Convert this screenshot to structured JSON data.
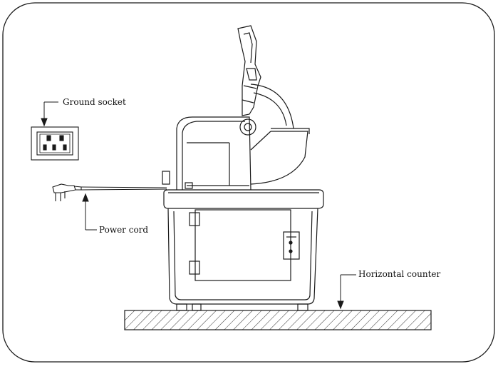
{
  "labels": {
    "ground_socket": "Ground socket",
    "power_cord": "Power cord",
    "horizontal_counter": "Horizontal counter"
  },
  "colors": {
    "line": "#1a1a1a",
    "hatch": "#333333",
    "background": "#ffffff"
  }
}
